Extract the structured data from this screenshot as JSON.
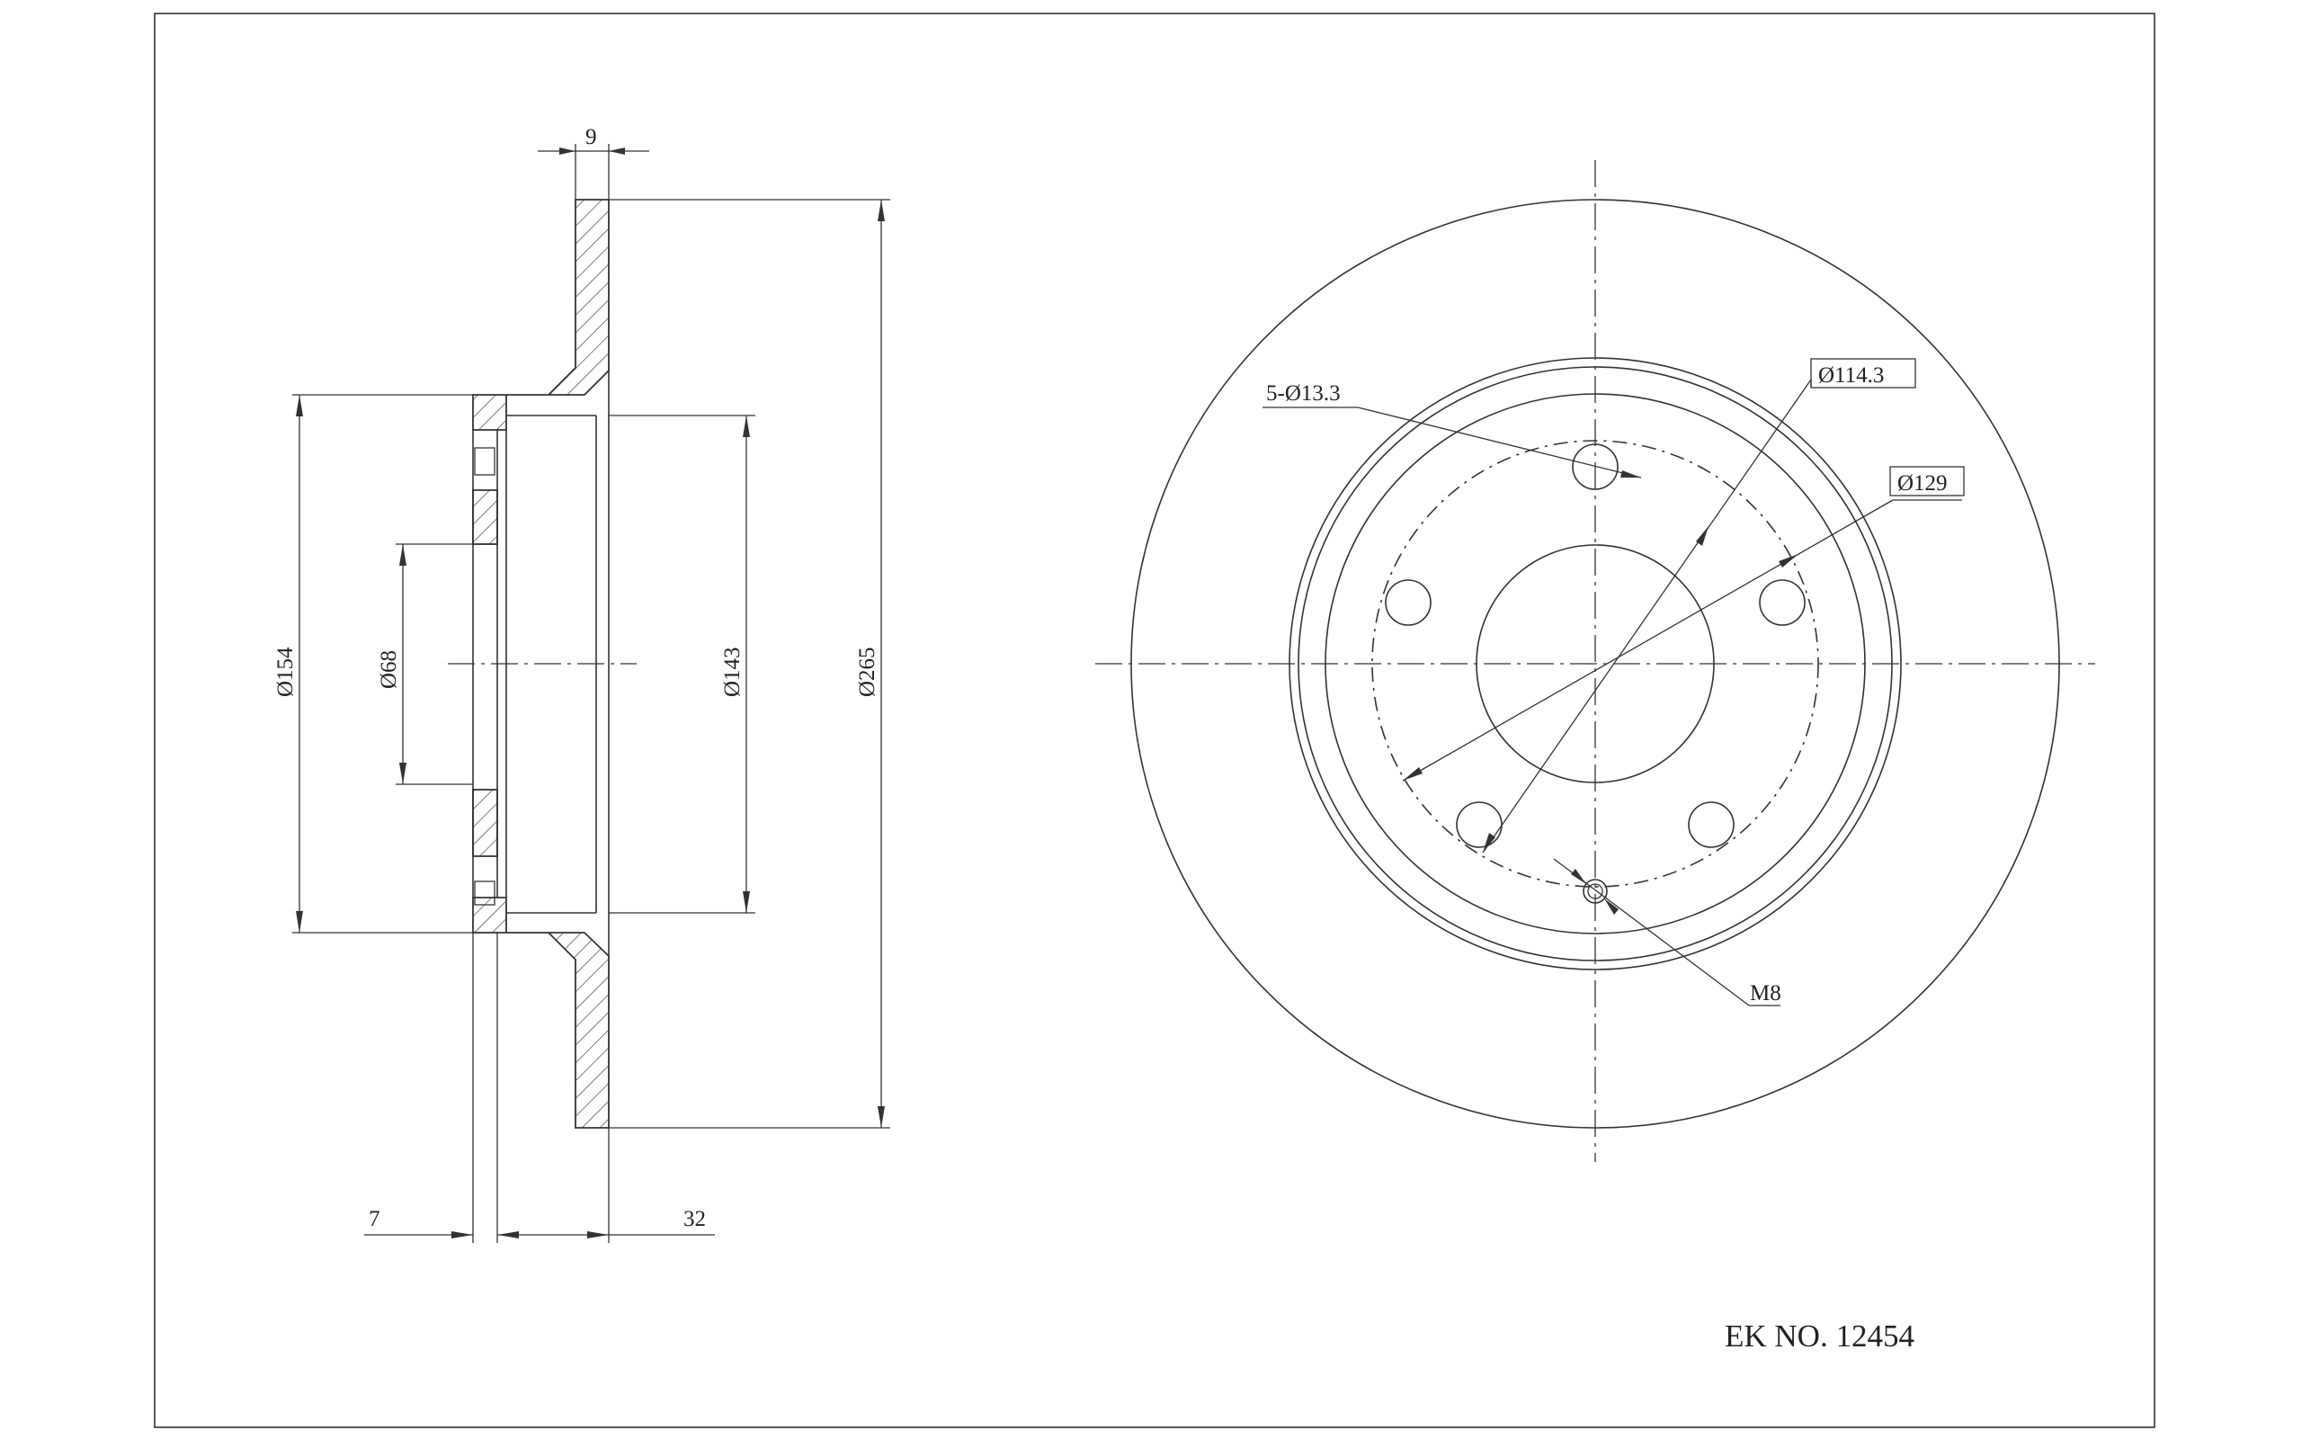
{
  "drawing": {
    "part_number": "EK NO. 12454",
    "side_view": {
      "dim_thickness": "9",
      "dim_outer_diameter": "Ø265",
      "dim_hat_diameter": "Ø154",
      "dim_bore_diameter": "Ø68",
      "dim_inner_diameter": "Ø143",
      "dim_flange_thickness": "7",
      "dim_overall_height": "32"
    },
    "front_view": {
      "bolt_holes": "5-Ø13.3",
      "pcd": "Ø114.3",
      "boss_diameter": "Ø129",
      "screw_thread": "M8"
    }
  }
}
